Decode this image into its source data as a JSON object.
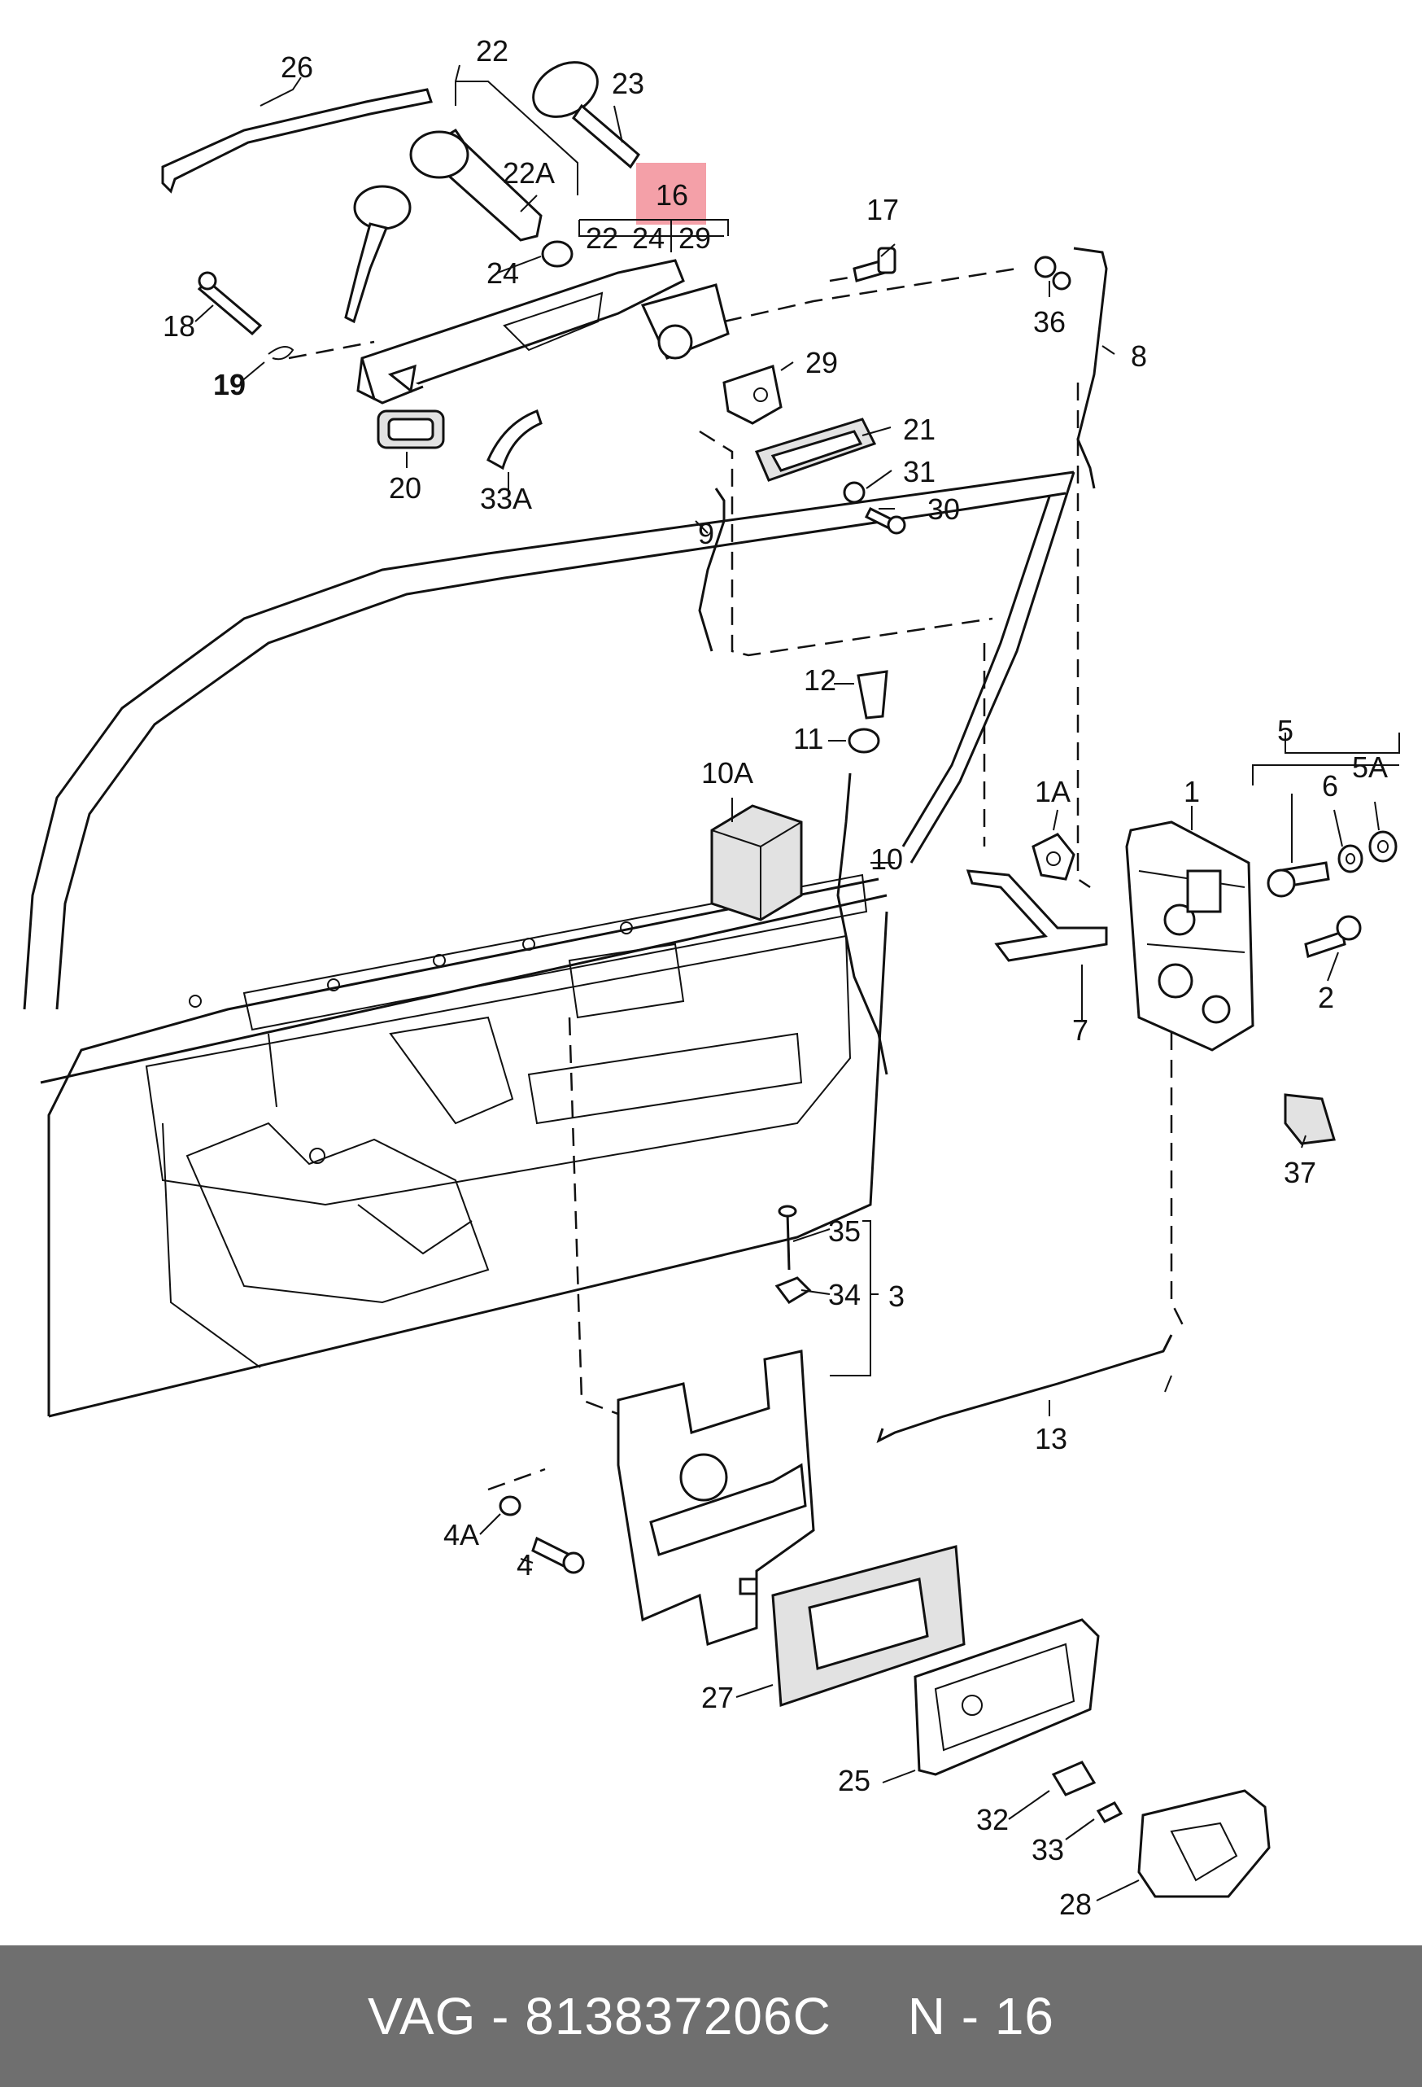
{
  "footer": {
    "brand": "VAG",
    "separator1": "-",
    "part_number": "813837206C",
    "section": "N - 16"
  },
  "highlight": {
    "part": "16",
    "color": "#f4a0a8"
  },
  "labels": {
    "l1": "1",
    "l1A": "1A",
    "l2": "2",
    "l3": "3",
    "l4": "4",
    "l4A": "4A",
    "l5": "5",
    "l5A": "5A",
    "l6": "6",
    "l7": "7",
    "l8": "8",
    "l9": "9",
    "l10": "10",
    "l10A": "10A",
    "l11": "11",
    "l12": "12",
    "l13": "13",
    "l16": "16",
    "l17": "17",
    "l18": "18",
    "l19": "19",
    "l20": "20",
    "l21": "21",
    "l22": "22",
    "l22A": "22A",
    "l22b": "22",
    "l23": "23",
    "l24": "24",
    "l24b": "24",
    "l25": "25",
    "l26": "26",
    "l27": "27",
    "l28": "28",
    "l29": "29",
    "l29b": "29",
    "l30": "30",
    "l31": "31",
    "l32": "32",
    "l33": "33",
    "l33A": "33A",
    "l34": "34",
    "l35": "35",
    "l36": "36",
    "l37": "37"
  }
}
